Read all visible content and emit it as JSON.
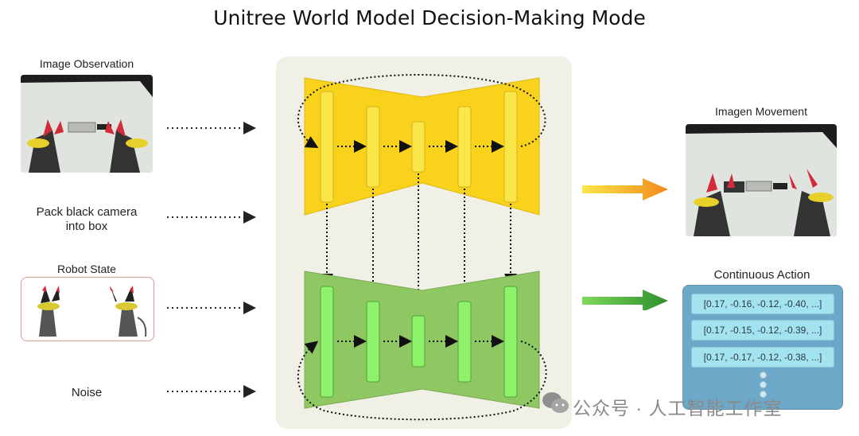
{
  "title": "Unitree World Model Decision-Making Mode",
  "inputs": {
    "image_observation": "Image Observation",
    "instruction_line1": "Pack black camera",
    "instruction_line2": "into box",
    "robot_state": "Robot State",
    "noise": "Noise"
  },
  "outputs": {
    "imagen_movement": "Imagen Movement",
    "continuous_action": "Continuous Action",
    "action_vectors": [
      "[0.17, -0.16, -0.12, -0.40, ...]",
      "[0.17, -0.15, -0.12, -0.39, ...]",
      "[0.17, -0.17, -0.12, -0.38, ...]"
    ]
  },
  "colors": {
    "yellow_unet": "#f9d21c",
    "yellow_block": "#fbe64a",
    "green_unet": "#8fc862",
    "green_block": "#8ff06a",
    "panel_bg": "#f1f0e6",
    "action_box": "#6ea8c8",
    "action_vector_bg": "#a3e2ef",
    "orange_arrow": "#f08a1a",
    "green_arrow": "#3fa83a"
  },
  "watermark": "公众号 · 人工智能工作室"
}
